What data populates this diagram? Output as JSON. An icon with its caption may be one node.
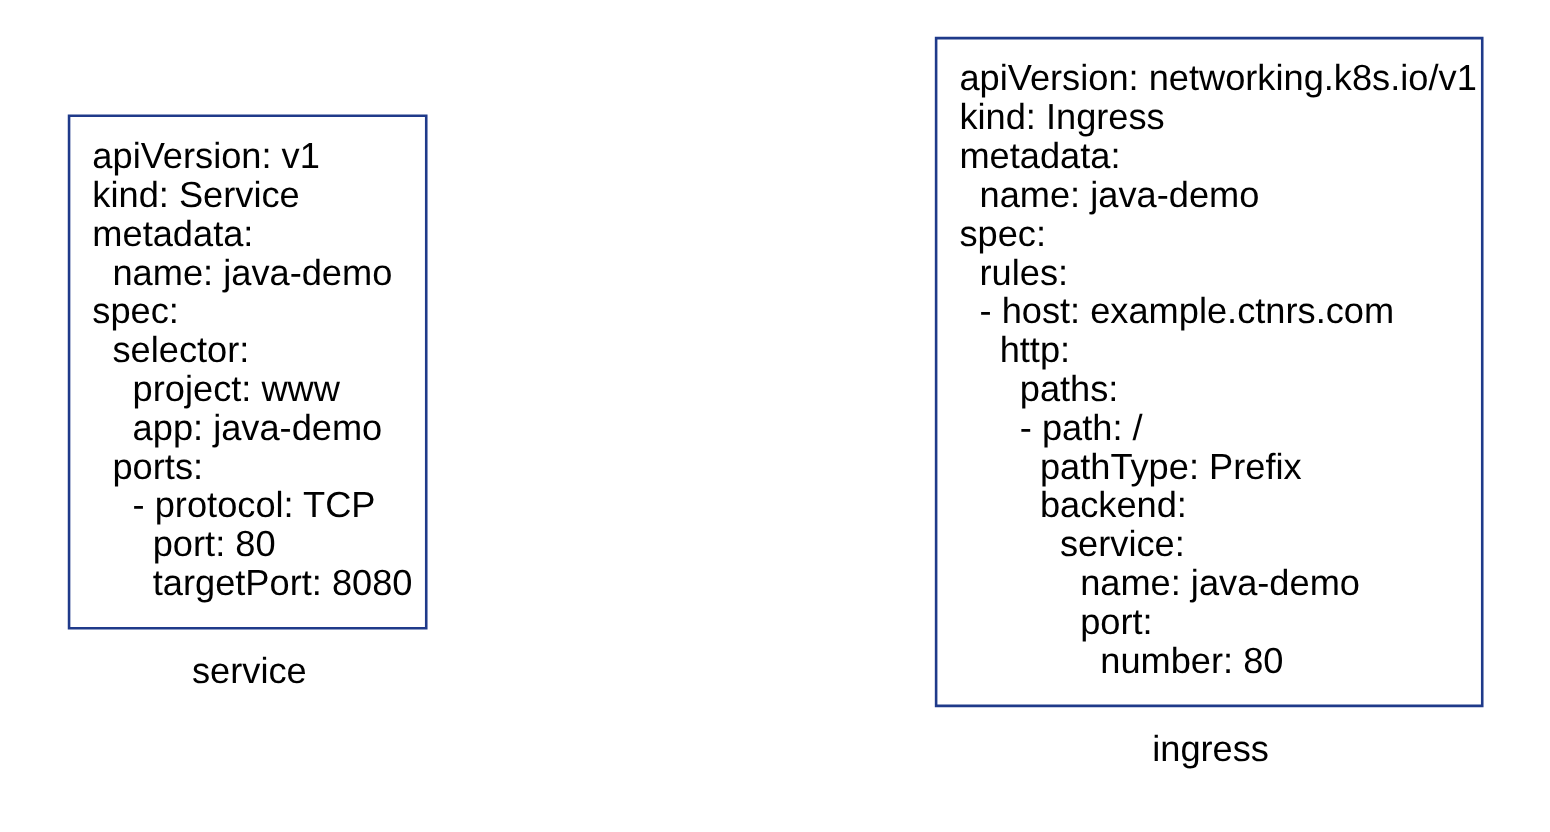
{
  "diagram": {
    "nodes": [
      {
        "text": [
          "apiVersion: v1",
          "kind: Service",
          "metadata:",
          "  name: java-demo",
          "spec:",
          "  selector:",
          "    project: www",
          "    app: java-demo",
          "  ports:",
          "    - protocol: TCP",
          "      port: 80",
          "      targetPort: 8080"
        ],
        "beside": [
          "service"
        ]
      },
      {
        "text": [
          "apiVersion: networking.k8s.io/v1",
          "kind: Ingress",
          "metadata:",
          "  name: java-demo",
          "spec:",
          "  rules:",
          "  - host: example.ctnrs.com",
          "    http:",
          "      paths:",
          "      - path: /",
          "        pathType: Prefix",
          "        backend:",
          "          service:",
          "            name: java-demo",
          "            port:",
          "              number: 80"
        ],
        "beside": [
          "ingress"
        ]
      }
    ]
  }
}
